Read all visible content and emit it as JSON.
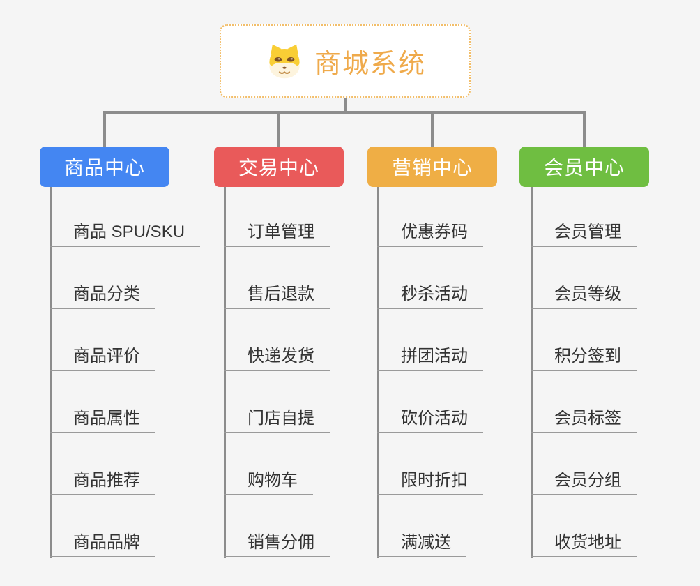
{
  "root": {
    "title": "商城系统",
    "icon": "dog-face-icon",
    "title_color": "#EFAA4B",
    "border_color": "#F2BE6A",
    "background": "#FFFFFF"
  },
  "branches": [
    {
      "label": "商品中心",
      "color": "#4486F2",
      "items": [
        "商品 SPU/SKU",
        "商品分类",
        "商品评价",
        "商品属性",
        "商品推荐",
        "商品品牌"
      ]
    },
    {
      "label": "交易中心",
      "color": "#E95A5A",
      "items": [
        "订单管理",
        "售后退款",
        "快递发货",
        "门店自提",
        "购物车",
        "销售分佣"
      ]
    },
    {
      "label": "营销中心",
      "color": "#EFAE45",
      "items": [
        "优惠券码",
        "秒杀活动",
        "拼团活动",
        "砍价活动",
        "限时折扣",
        "满减送"
      ]
    },
    {
      "label": "会员中心",
      "color": "#6FBE41",
      "items": [
        "会员管理",
        "会员等级",
        "积分签到",
        "会员标签",
        "会员分组",
        "收货地址"
      ]
    }
  ],
  "connector_color": "#8C8C8C",
  "leaf_line_color": "#9A9A9A",
  "leaf_text_color": "#333333",
  "background_color": "#F5F5F5"
}
